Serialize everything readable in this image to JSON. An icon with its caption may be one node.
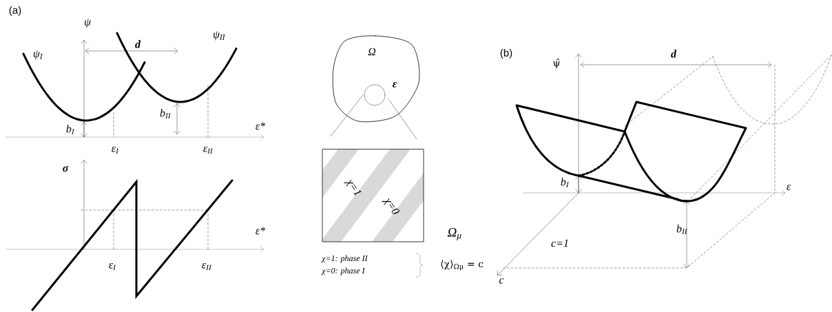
{
  "diagram": {
    "labels": [
      "(a)",
      "ψ",
      "ψ$_{I}$",
      "ψ$_{II}$",
      "d",
      "b$_{I}$",
      "b$_{II}$",
      "ε*",
      "ε$_{I}$",
      "ε$_{II}$",
      "σ",
      "ε*",
      "ε$_{I}$",
      "ε$_{II}$",
      "Ω",
      "ε",
      "χ=1",
      "χ=0",
      "Ω$_{μ}$",
      "χ=1: phase II",
      "χ=0: phase I",
      "⟨χ⟩$_{Ωμ}$ = c",
      "(b)",
      "ψ̂",
      "d",
      "b$_{I}$",
      "b$_{II}$",
      "ε",
      "c=1",
      "c"
    ]
  }
}
